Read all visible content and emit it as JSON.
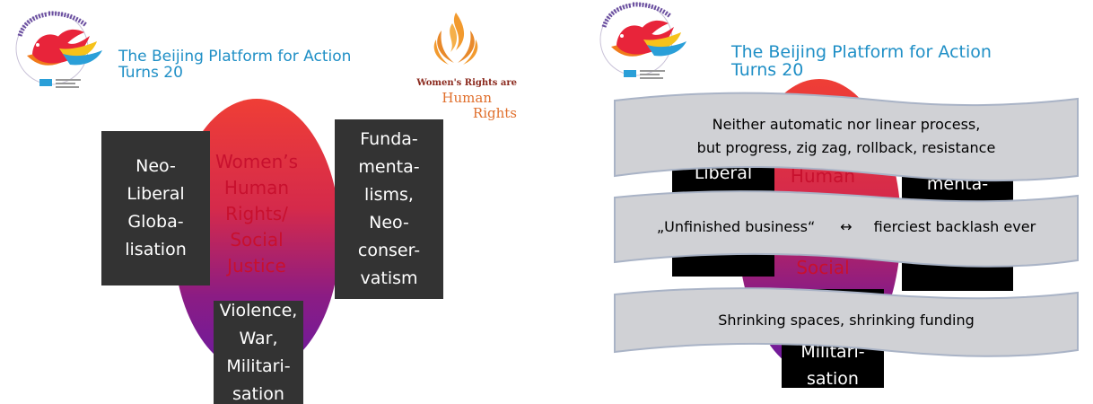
{
  "colors": {
    "title": "#1f8fc6",
    "center_text": "#c8102e",
    "dark_box": "#333333",
    "black_box": "#000000",
    "banner_fill": "#d0d1d5",
    "banner_border": "#a9b3c6",
    "blob_top": "#ef3e36",
    "blob_bottom": "#6a1aa0"
  },
  "left_slide": {
    "logo_icon": "dove-logo-icon",
    "title_line1": "The Beijing Platform for Action",
    "title_line2": "Turns 20",
    "rights_logo_icon": "flame-laurel-icon",
    "rights_line1": "Women's Rights are",
    "rights_line2": "Human",
    "rights_line3": "Rights",
    "center_text": "Women’s\nHuman\nRights/\nSocial\nJustice",
    "box_left": "Neo-\nLiberal\nGloba-\nlisation",
    "box_right": "Funda-\nmenta-\nlisms,\nNeo-\nconser-\nvatism",
    "box_bottom": "Violence,\nWar,\nMilitari-\nsation"
  },
  "right_slide": {
    "logo_icon": "dove-logo-icon",
    "title_line1": "The Beijing Platform for Action",
    "title_line2": "Turns 20",
    "behind_left": "Neo-\nLiberal\nGloba-\nlisation",
    "behind_center": "Women’s\nHuman\nRights/\nSocial\nJustice",
    "behind_right": "Funda-\nmenta-\nlisms,\nNeo-",
    "behind_bottom": "Violence,\nWar,\nMilitari-\nsation",
    "banner1": "Neither automatic nor linear process,\nbut progress, zig zag, rollback, resistance",
    "banner2_left": "„Unfinished business“",
    "banner2_arrow": "↔",
    "banner2_right": "fierciest backlash ever",
    "banner3": "Shrinking spaces, shrinking funding"
  }
}
